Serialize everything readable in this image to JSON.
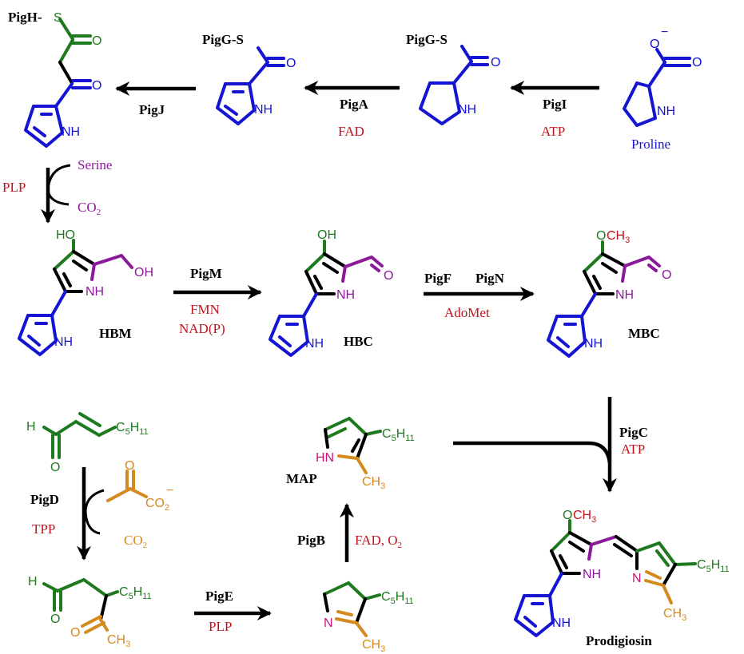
{
  "title": "Prodigiosin biosynthesis pathway",
  "colors": {
    "blue": "#1414d2",
    "green": "#1f7a1f",
    "purple": "#8b1a9a",
    "red": "#c0141c",
    "orange": "#d48a1c",
    "magenta": "#c8147a",
    "black": "#000000"
  },
  "compounds": {
    "proline": {
      "name": "Proline",
      "atoms": {
        "o_minus": "O",
        "charge": "−",
        "o": "O",
        "nh": "NH"
      }
    },
    "pigg_prolyl": {
      "carrier": "PigG-S",
      "atoms": {
        "o": "O",
        "nh": "NH"
      }
    },
    "pigg_pyrrolyl": {
      "carrier": "PigG-S",
      "atoms": {
        "o": "O",
        "nh": "NH"
      }
    },
    "pigh_ketoacyl": {
      "carrier": "PigH-",
      "carrier_atom": "S",
      "atoms": {
        "o1": "O",
        "o2": "O",
        "nh": "NH"
      }
    },
    "hbm": {
      "name": "HBM",
      "atoms": {
        "ho": "HO",
        "oh": "OH",
        "nh1": "NH",
        "nh2": "NH"
      }
    },
    "hbc": {
      "name": "HBC",
      "atoms": {
        "oh": "OH",
        "o": "O",
        "nh1": "NH",
        "nh2": "NH"
      }
    },
    "mbc": {
      "name": "MBC",
      "atoms": {
        "o": "O",
        "ch3": "CH",
        "ch3_sub": "3",
        "ald_o": "O",
        "nh1": "NH",
        "nh2": "NH"
      }
    },
    "octenal": {
      "atoms": {
        "h": "H",
        "o": "O",
        "c": "C",
        "c_sub": "5",
        "h2": "H",
        "h_sub": "11"
      }
    },
    "pyruvate": {
      "atoms": {
        "o": "O",
        "co": "CO",
        "co_sub": "2",
        "charge": "−"
      }
    },
    "ketoaldehyde": {
      "atoms": {
        "h": "H",
        "o": "O",
        "c": "C",
        "c_sub": "5",
        "h2": "H",
        "h_sub": "11",
        "o2": "O",
        "ch": "CH",
        "ch_sub": "3"
      }
    },
    "h2map": {
      "atoms": {
        "n": "N",
        "c": "C",
        "c_sub": "5",
        "h": "H",
        "h_sub": "11",
        "ch": "CH",
        "ch_sub": "3"
      }
    },
    "map": {
      "name": "MAP",
      "atoms": {
        "hn": "HN",
        "c": "C",
        "c_sub": "5",
        "h": "H",
        "h_sub": "11",
        "ch": "CH",
        "ch_sub": "3"
      }
    },
    "prodigiosin": {
      "name": "Prodigiosin",
      "atoms": {
        "o": "O",
        "ch": "CH",
        "ch_sub": "3",
        "nh1": "NH",
        "nh2": "NH",
        "n": "N",
        "c": "C",
        "c_sub": "5",
        "h": "H",
        "h_sub": "11",
        "ch2": "CH",
        "ch2_sub": "3"
      }
    }
  },
  "steps": {
    "pigI": {
      "enzyme": "PigI",
      "cofactor": "ATP"
    },
    "pigA": {
      "enzyme": "PigA",
      "cofactor": "FAD"
    },
    "pigJ": {
      "enzyme": "PigJ"
    },
    "serine": {
      "cofactor": "PLP",
      "in": "Serine",
      "out": "CO",
      "out_sub": "2"
    },
    "pigM": {
      "enzyme": "PigM",
      "cofactor1": "FMN",
      "cofactor2": "NAD(P)"
    },
    "pigFN": {
      "enzyme1": "PigF",
      "enzyme2": "PigN",
      "cofactor": "AdoMet"
    },
    "pigD": {
      "enzyme": "PigD",
      "cofactor": "TPP",
      "out": "CO",
      "out_sub": "2"
    },
    "pigE": {
      "enzyme": "PigE",
      "cofactor": "PLP"
    },
    "pigB": {
      "enzyme": "PigB",
      "cofactor": "FAD, O",
      "cofactor_sub": "2"
    },
    "pigC": {
      "enzyme": "PigC",
      "cofactor": "ATP"
    }
  }
}
